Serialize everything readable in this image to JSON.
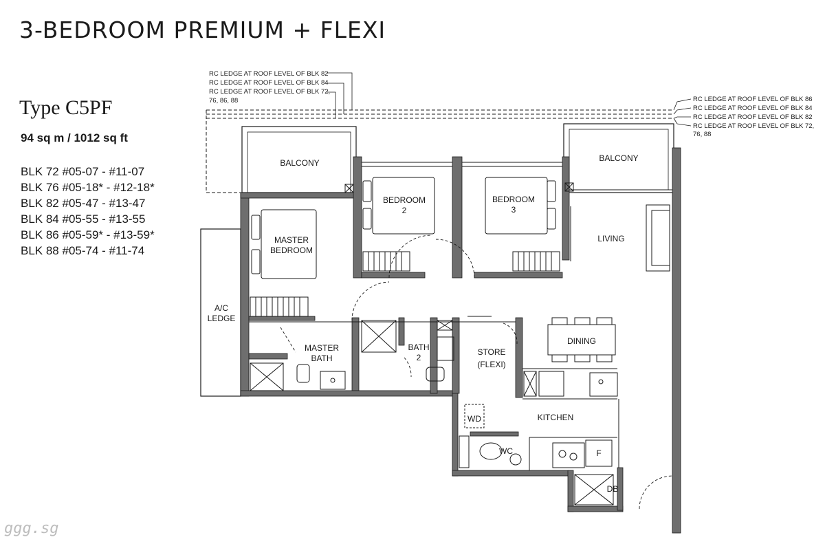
{
  "title": "3-BEDROOM PREMIUM + FLEXI",
  "unit_type": "Type C5PF",
  "area": "94 sq m / 1012 sq ft",
  "units": [
    "BLK 72 #05-07 - #11-07",
    "BLK 76 #05-18* - #12-18*",
    "BLK 82 #05-47 - #13-47",
    "BLK 84 #05-55 - #13-55",
    "BLK 86 #05-59* - #13-59*",
    "BLK 88 #05-74 - #11-74"
  ],
  "ledge_notes_left": [
    "RC LEDGE AT ROOF LEVEL OF BLK 82",
    "RC LEDGE AT ROOF LEVEL OF BLK 84",
    "RC LEDGE AT ROOF LEVEL OF BLK 72,",
    "76, 86, 88"
  ],
  "ledge_notes_right": [
    "RC LEDGE AT ROOF LEVEL OF BLK 86",
    "RC LEDGE AT ROOF LEVEL OF BLK 84",
    "RC LEDGE AT ROOF LEVEL OF BLK 82",
    "RC LEDGE AT ROOF LEVEL OF BLK 72,",
    "76, 88"
  ],
  "rooms": {
    "balcony_left": "BALCONY",
    "balcony_right": "BALCONY",
    "master_bedroom": [
      "MASTER",
      "BEDROOM"
    ],
    "bedroom2": [
      "BEDROOM",
      "2"
    ],
    "bedroom3": [
      "BEDROOM",
      "3"
    ],
    "living": "LIVING",
    "ac_ledge": [
      "A/C",
      "LEDGE"
    ],
    "master_bath": [
      "MASTER",
      "BATH"
    ],
    "bath2": [
      "BATH",
      "2"
    ],
    "store": [
      "STORE",
      "(FLEXI)"
    ],
    "dining": "DINING",
    "kitchen": "KITCHEN",
    "wd": "WD",
    "wc": "WC",
    "fridge": "F",
    "db": "DB"
  },
  "watermark": "ggg.sg",
  "colors": {
    "wall": "#6e6e6e",
    "line": "#1a1a1a",
    "background": "#ffffff"
  }
}
